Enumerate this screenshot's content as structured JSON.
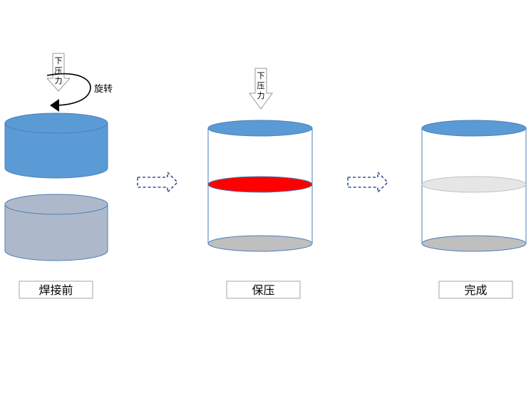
{
  "stages": [
    {
      "id": "before",
      "label": "焊接前",
      "force_arrow_label": [
        "下",
        "压",
        "力"
      ],
      "rotation_label": "旋转"
    },
    {
      "id": "hold",
      "label": "保压",
      "force_arrow_label": [
        "下",
        "压",
        "力"
      ]
    },
    {
      "id": "done",
      "label": "完成"
    }
  ],
  "colors": {
    "upper_part": "#5b9bd5",
    "lower_part": "#adb9ca",
    "weld_hot": "#ff0000",
    "weld_done": "#e6e6e6",
    "base": "#bfbfbf",
    "outline": "#4a7ebb",
    "arrow_outline": "#999999",
    "dashed_arrow": "#2e5597"
  }
}
